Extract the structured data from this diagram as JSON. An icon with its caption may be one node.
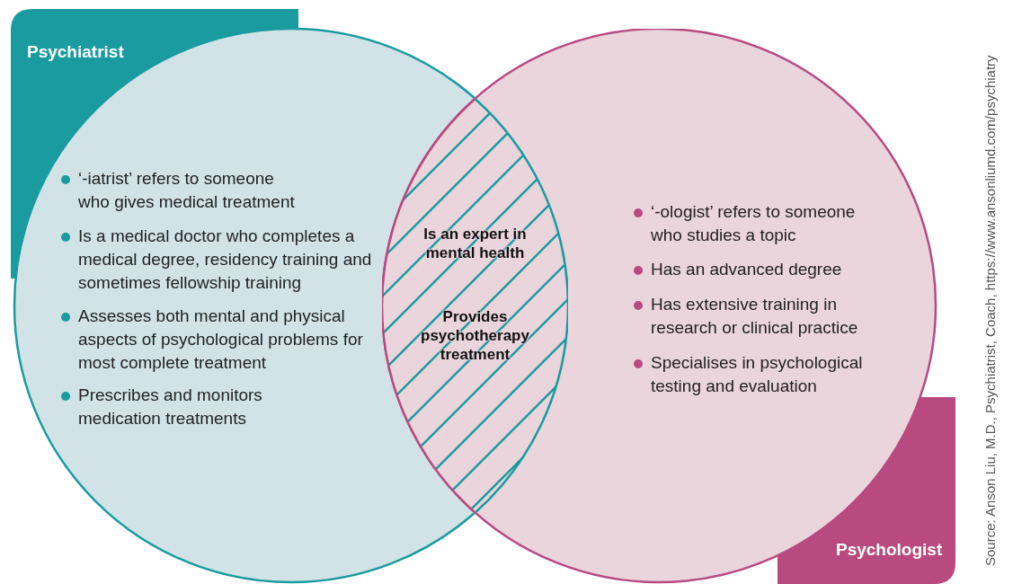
{
  "diagram": {
    "nodes": [
      {
        "text": [
          "Psychiatrist",
          "‘-iatrist’ refers to someone who gives medical treatment",
          "Is a medical doctor who completes a medical degree, residency training and sometimes fellowship training",
          "Assesses both mental and physical aspects of psychological problems for most complete treatment",
          "Prescribes and monitors medication treatments"
        ]
      },
      {
        "text": [
          "Psychologist",
          "‘-ologist’ refers to someone who studies a topic",
          "Has an advanced degree",
          "Has extensive training in research or clinical practice",
          "Specialises in psychological testing and evaluation"
        ]
      },
      {
        "text": [
          "Is an expert in mental health",
          "Provides psychotherapy treatment"
        ]
      }
    ],
    "edges": [],
    "labels": [
      "Source: Anson Liu, M.D., Psychiatrist, Coach, https://www.ansonliumd.com/psychiatry"
    ]
  }
}
